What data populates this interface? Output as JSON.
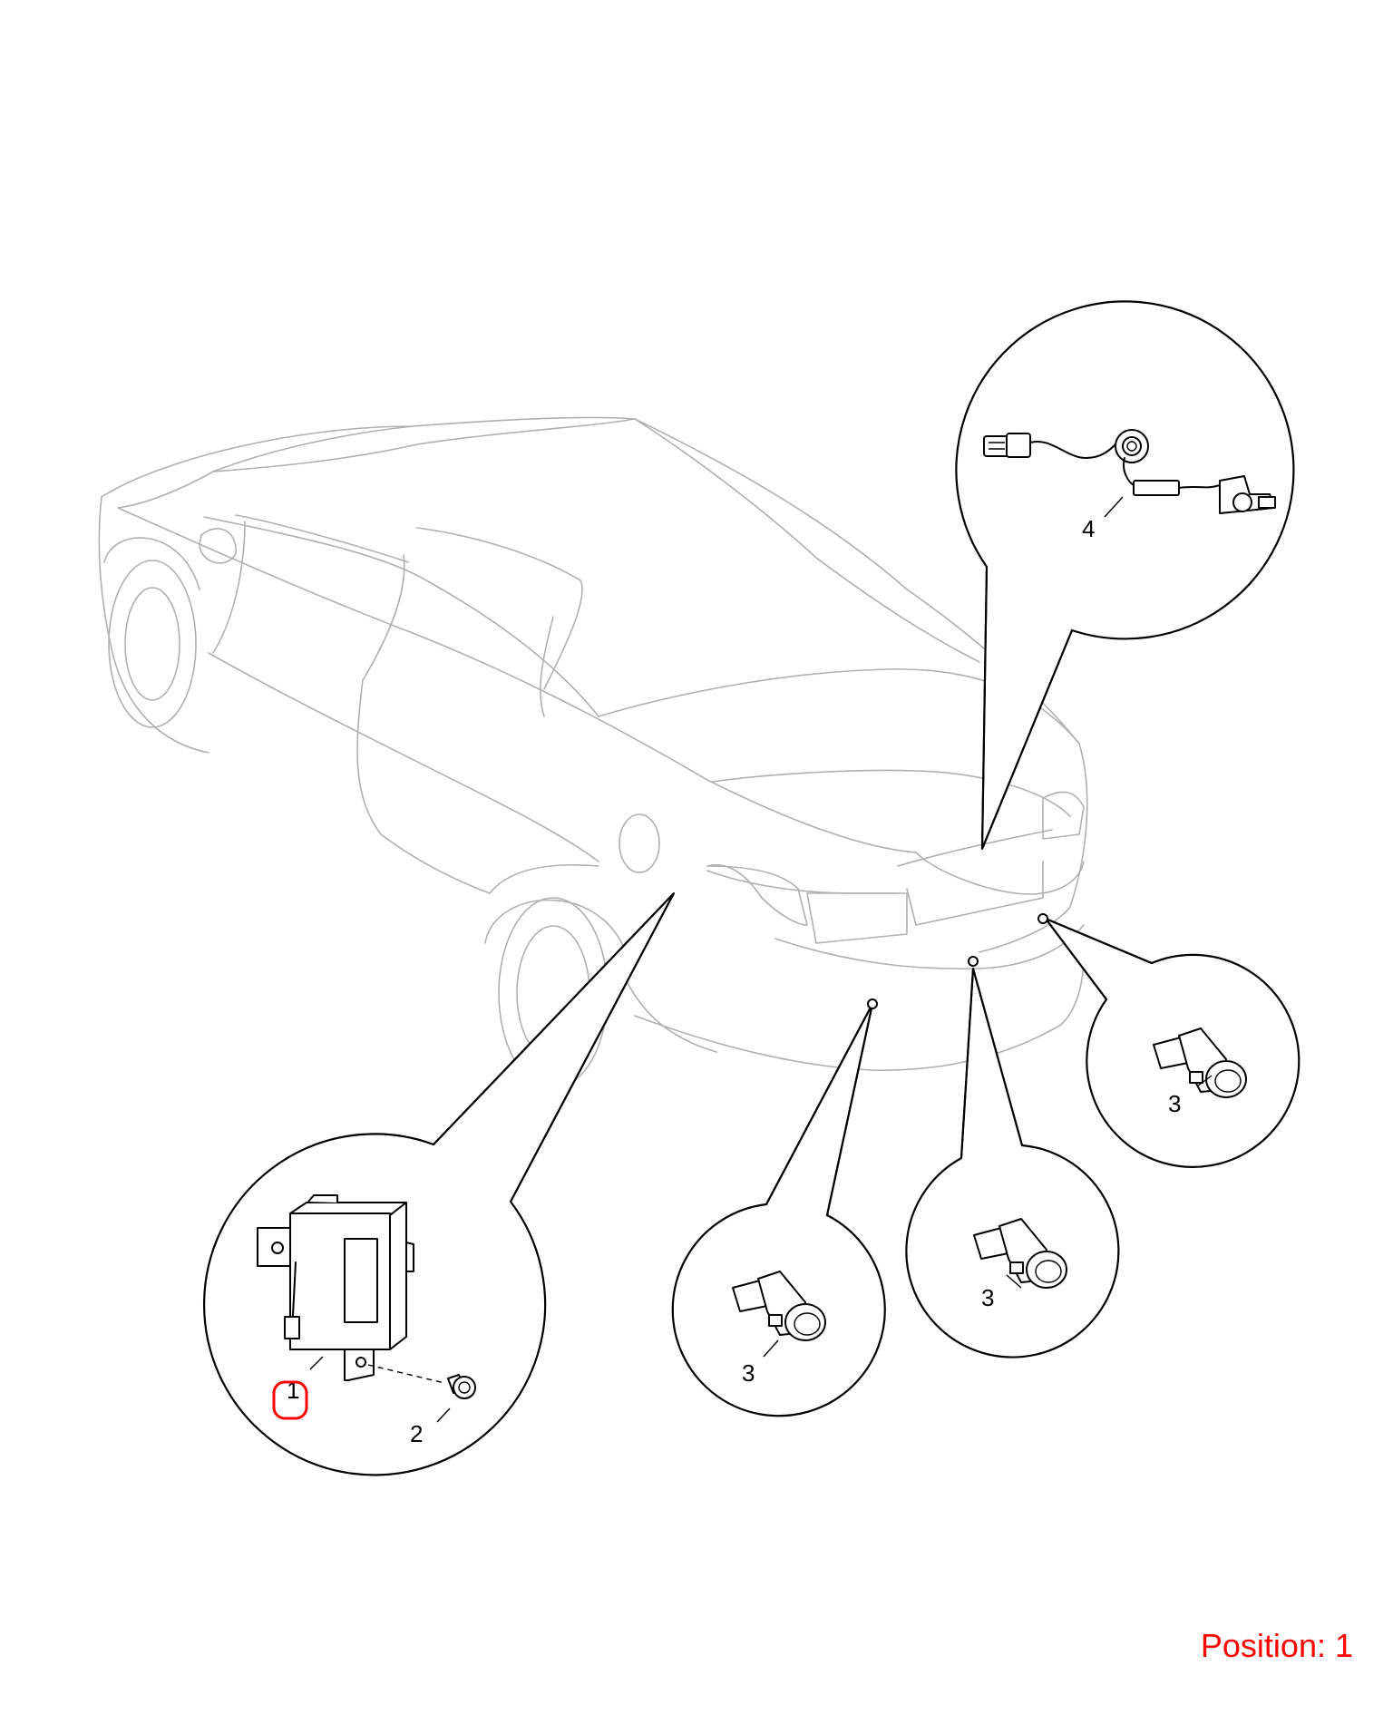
{
  "callouts": {
    "control_module": {
      "part_label": "1",
      "screw_label": "2"
    },
    "harness": {
      "part_label": "4"
    },
    "sensor_left": {
      "part_label": "3"
    },
    "sensor_center": {
      "part_label": "3"
    },
    "sensor_right": {
      "part_label": "3"
    }
  },
  "highlight_color": "#ff0000",
  "position": {
    "text": "Position: 1"
  }
}
